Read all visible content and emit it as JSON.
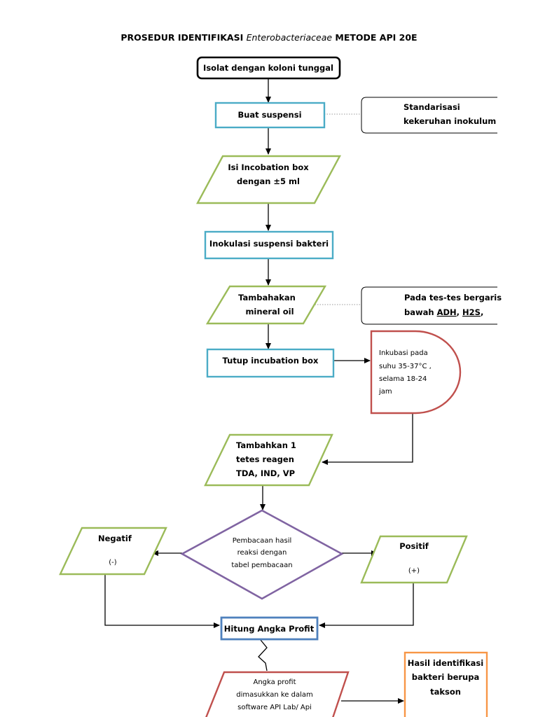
{
  "title": {
    "prefix": "PROSEDUR IDENTIFIKASI ",
    "italic": "Enterobacteriaceae",
    "suffix": " METODE API 20E"
  },
  "nodes": {
    "start": "Isolat dengan koloni tunggal",
    "suspensi": "Buat suspensi",
    "standarisasi_1": "Standarisasi",
    "standarisasi_2": "kekeruhan inokulum",
    "isi_box_1": "Isi Incobation box",
    "isi_box_2": "dengan ±5 ml",
    "inokulasi": "Inokulasi suspensi bakteri",
    "mineral_1": "Tambahakan",
    "mineral_2": "mineral oil",
    "note_oil_1": "Pada tes-tes bergaris",
    "note_oil_2_prefix": "bawah ",
    "note_oil_adh": "ADH",
    "note_oil_sep": ", ",
    "note_oil_h2s": "H2S",
    "note_oil_end": ",",
    "tutup": "Tutup incubation box",
    "inkubasi_1": "Inkubasi pada",
    "inkubasi_2": "suhu 35-37°C ,",
    "inkubasi_3": "selama 18-24",
    "inkubasi_4": "jam",
    "reagen_1": "Tambahkan 1",
    "reagen_2": "tetes reagen",
    "reagen_3": "TDA, IND, VP",
    "pembacaan_1": "Pembacaan hasil",
    "pembacaan_2": "reaksi dengan",
    "pembacaan_3": "tabel pembacaan",
    "negatif": "Negatif",
    "negatif_sign": "(-)",
    "positif": "Positif",
    "positif_sign": "(+)",
    "hitung": "Hitung Angka Profit",
    "angka_1": "Angka profit",
    "angka_2": "dimasukkan ke dalam",
    "angka_3": "software API Lab/ Api",
    "hasil_1": "Hasil identifikasi",
    "hasil_2": "bakteri berupa",
    "hasil_3": "takson"
  },
  "colors": {
    "black": "#000000",
    "blue": "#4BACC6",
    "green": "#9BBB59",
    "red": "#C0504D",
    "purple": "#8064A2",
    "dark_blue": "#4F81BD",
    "orange": "#F79646",
    "dotted": "#9A9A9A"
  }
}
